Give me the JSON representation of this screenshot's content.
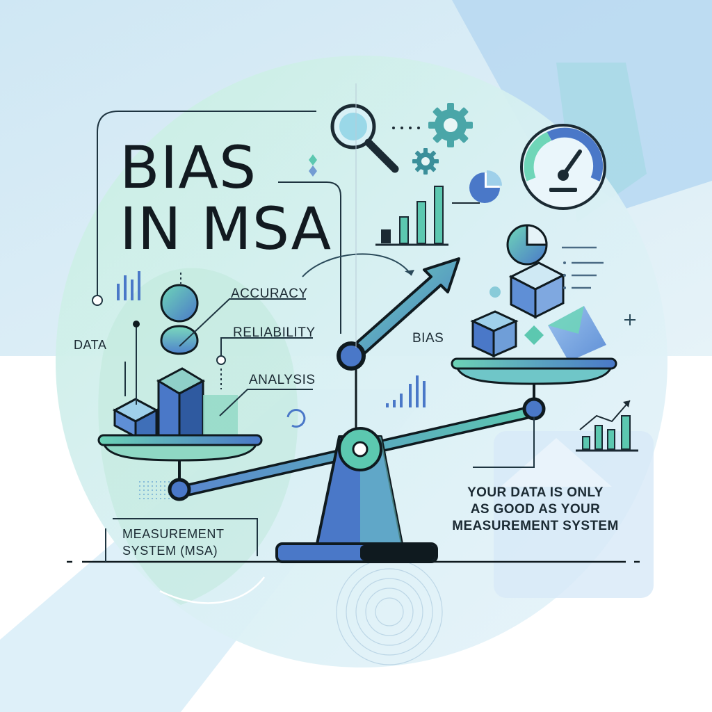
{
  "title": {
    "line1": "BIAS",
    "line2": "IN MSA"
  },
  "labels": {
    "accuracy": "ACCURACY",
    "reliability": "RELIABILITY",
    "analysis": "ANALYSIS",
    "data": "DATA",
    "bias": "BIAS"
  },
  "measurement_system": {
    "line1": "MEASUREMENT",
    "line2": "SYSTEM (MSA)"
  },
  "tagline": {
    "line1": "YOUR DATA IS ONLY",
    "line2": "AS GOOD AS YOUR",
    "line3": "MEASUREMENT SYSTEM"
  },
  "icons": [
    "magnifier-icon",
    "gear-icon",
    "gauge-icon",
    "pie-chart-icon",
    "bar-chart-icon",
    "trend-chart-icon",
    "cube-icon",
    "balance-scale-icon"
  ],
  "colors": {
    "teal": "#5cc8b0",
    "blue": "#4a78c8",
    "ink": "#0f1a1f",
    "light_blue": "#cfe6f3",
    "mint": "#c8f0e0"
  }
}
